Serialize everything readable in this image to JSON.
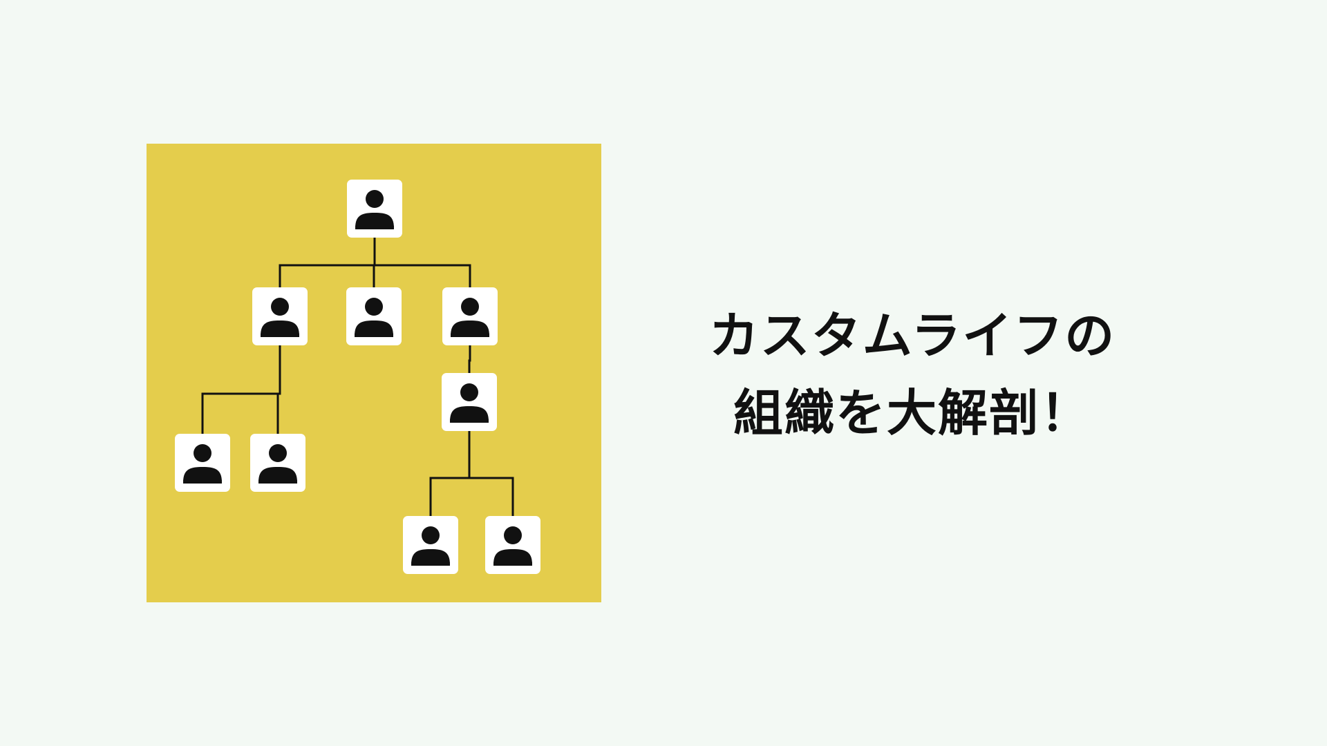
{
  "colors": {
    "background": "#f3f9f4",
    "panel": "#e4cd4c",
    "card": "#ffffff",
    "person": "#111111",
    "connector": "#111111"
  },
  "title": {
    "line1": "カスタムライフの",
    "line2": "組織を大解剖！"
  },
  "org_chart": {
    "icon": "person-icon",
    "nodes": [
      {
        "id": "root"
      },
      {
        "id": "left-manager",
        "parent": "root"
      },
      {
        "id": "center-manager",
        "parent": "root"
      },
      {
        "id": "right-manager",
        "parent": "root"
      },
      {
        "id": "left-member-1",
        "parent": "left-manager"
      },
      {
        "id": "left-member-2",
        "parent": "left-manager"
      },
      {
        "id": "right-submanager",
        "parent": "right-manager"
      },
      {
        "id": "right-member-1",
        "parent": "right-submanager"
      },
      {
        "id": "right-member-2",
        "parent": "right-submanager"
      }
    ]
  }
}
